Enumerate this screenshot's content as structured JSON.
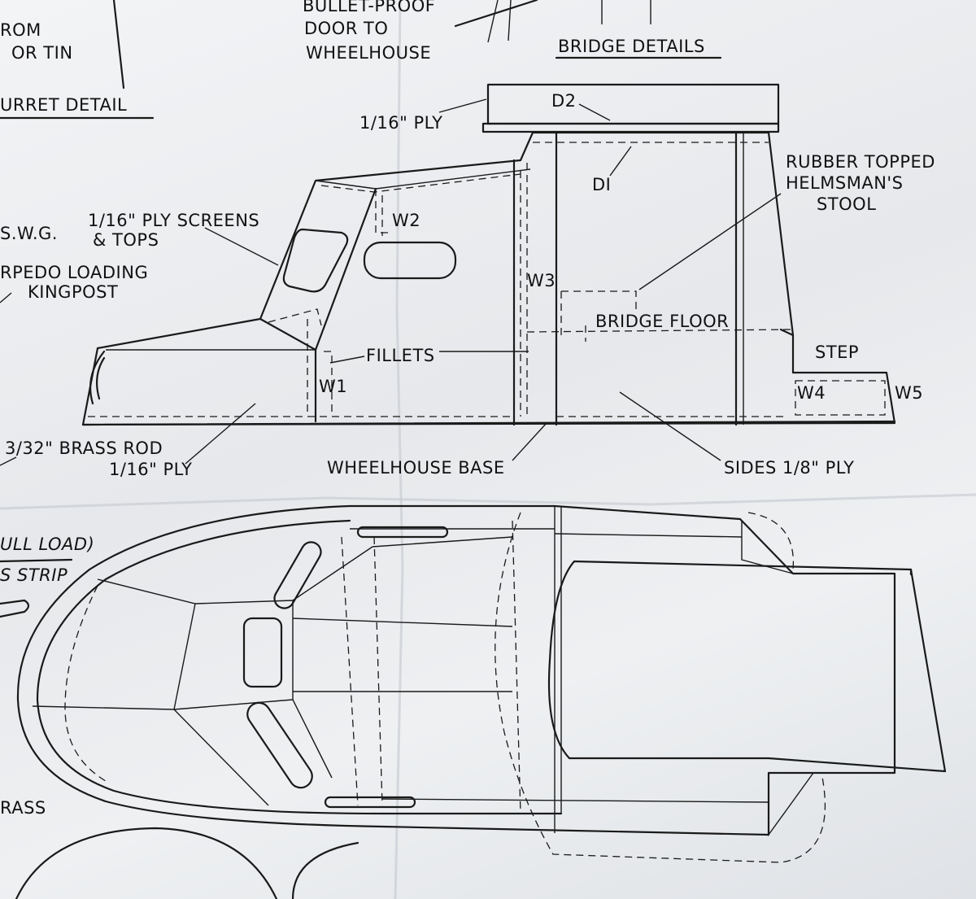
{
  "labels": {
    "rom": "ROM",
    "or_tin": "OR TIN",
    "turret_detail": "URRET DETAIL",
    "bulletproof_1": "BULLET-PROOF",
    "bulletproof_2": "DOOR TO",
    "bulletproof_3": "WHEELHOUSE",
    "bridge_details": "BRIDGE DETAILS",
    "ply_top": "1/16\" PLY",
    "d2": "D2",
    "d1": "DI",
    "rubber_1": "RUBBER TOPPED",
    "rubber_2": "HELMSMAN'S",
    "rubber_3": "STOOL",
    "swg": "S.W.G.",
    "screens_1": "1/16\" PLY SCREENS",
    "screens_2": "& TOPS",
    "w2": "W2",
    "torpedo_1": "RPEDO LOADING",
    "torpedo_2": "KINGPOST",
    "w3": "W3",
    "bridge_floor": "BRIDGE FLOOR",
    "fillets": "FILLETS",
    "step": "STEP",
    "w1": "W1",
    "w4": "W4",
    "w5": "W5",
    "brass_rod": "3/32\" BRASS ROD",
    "ply_low": "1/16\" PLY",
    "wheelhouse_base": "WHEELHOUSE BASE",
    "sides": "SIDES 1/8\" PLY",
    "ull_load": "ULL LOAD)",
    "s_strip": "S STRIP",
    "rass": "RASS"
  }
}
